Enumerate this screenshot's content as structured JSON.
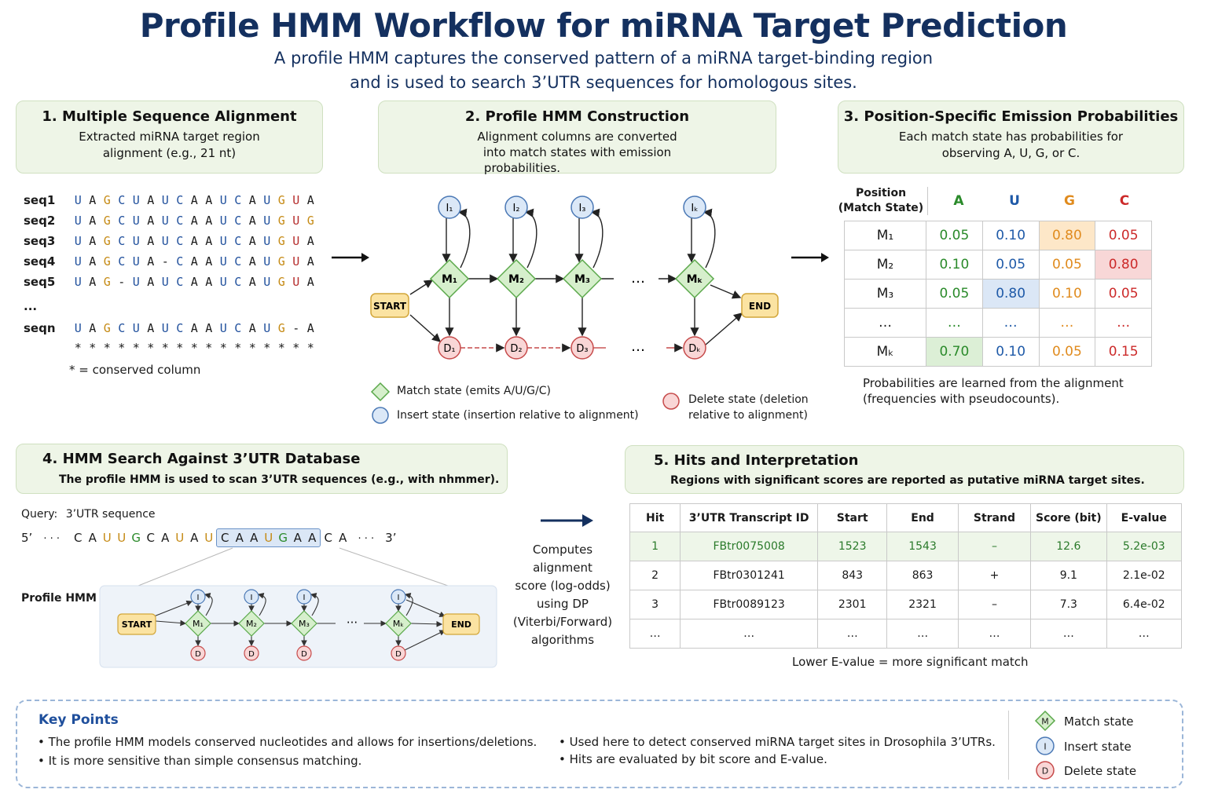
{
  "title": "Profile HMM Workflow for miRNA Target Prediction",
  "subtitle_line1": "A profile HMM captures the conserved pattern of a miRNA target-binding region",
  "subtitle_line2": "and is used to search 3’UTR sequences for homologous sites.",
  "panel1": {
    "title": "1. Multiple Sequence Alignment",
    "desc_line1": "Extracted miRNA target region",
    "desc_line2": "alignment (e.g., 21 nt)",
    "sequences": [
      {
        "name": "seq1",
        "chars": "UAGCUAUCAAUCAUGUA"
      },
      {
        "name": "seq2",
        "chars": "UAGCUAUCAAUCAUGUG"
      },
      {
        "name": "seq3",
        "chars": "UAGCUAUCAAUCAUGUA"
      },
      {
        "name": "seq4",
        "chars": "UAGCUA-CAAUCAUGUA"
      },
      {
        "name": "seq5",
        "chars": "UAG-UAUCAAUCAUGUA"
      },
      {
        "name": "...",
        "chars": ""
      },
      {
        "name": "seqn",
        "chars": "UAGCUAUCAAUCAUG-A"
      }
    ],
    "conserved_marks": "*****************",
    "footnote": "* = conserved column"
  },
  "panel2": {
    "title": "2. Profile HMM Construction",
    "desc_line1": "Alignment columns are converted",
    "desc_line2": "into match states with emission",
    "desc_line3": "probabilities.",
    "start_label": "START",
    "end_label": "END",
    "match_states": [
      "M₁",
      "M₂",
      "M₃",
      "Mₖ"
    ],
    "insert_states": [
      "I₁",
      "I₂",
      "I₃",
      "Iₖ"
    ],
    "delete_states": [
      "D₁",
      "D₂",
      "D₃",
      "Dₖ"
    ],
    "ellipsis": "…",
    "legend_match": "Match state (emits A/U/G/C)",
    "legend_insert": "Insert state (insertion relative to alignment)",
    "legend_delete_line1": "Delete state (deletion",
    "legend_delete_line2": "relative to alignment)"
  },
  "panel3": {
    "title": "3. Position-Specific Emission Probabilities",
    "desc_line1": "Each match state has probabilities for",
    "desc_line2": "observing A, U, G, or C.",
    "col_head_line1": "Position",
    "col_head_line2": "(Match State)",
    "columns": [
      "A",
      "U",
      "G",
      "C"
    ],
    "rows": [
      {
        "state": "M₁",
        "values": [
          "0.05",
          "0.10",
          "0.80",
          "0.05"
        ]
      },
      {
        "state": "M₂",
        "values": [
          "0.10",
          "0.05",
          "0.05",
          "0.80"
        ]
      },
      {
        "state": "M₃",
        "values": [
          "0.05",
          "0.80",
          "0.10",
          "0.05"
        ]
      },
      {
        "state": "…",
        "values": [
          "…",
          "…",
          "…",
          "…"
        ]
      },
      {
        "state": "Mₖ",
        "values": [
          "0.70",
          "0.10",
          "0.05",
          "0.15"
        ]
      }
    ],
    "note_line1": "Probabilities are learned from the alignment",
    "note_line2": "(frequencies with pseudocounts)."
  },
  "panel4": {
    "title": "4. HMM Search Against 3’UTR Database",
    "desc": "The profile HMM is used to scan 3’UTR sequences (e.g., with nhmmer).",
    "query_label": "Query:",
    "query_value": "3’UTR sequence",
    "five_prime": "5’",
    "three_prime": "3’",
    "dots": "· · ·",
    "query_pre": [
      "C",
      "A",
      "U",
      "U",
      "G",
      "C",
      "A",
      "U",
      "A",
      "U"
    ],
    "query_hit": [
      "C",
      "A",
      "A",
      "U",
      "G",
      "A",
      "A"
    ],
    "query_post": [
      "C",
      "A"
    ],
    "profile_label": "Profile HMM",
    "mini_start": "START",
    "mini_end": "END",
    "mini_match": [
      "M₁",
      "M₂",
      "M₃",
      "Mₖ"
    ],
    "mini_insert": "I",
    "mini_delete": "D",
    "computes_lines": [
      "Computes",
      "alignment",
      "score (log-odds)",
      "using DP",
      "(Viterbi/Forward)",
      "algorithms"
    ]
  },
  "panel5": {
    "title": "5. Hits and Interpretation",
    "desc": "Regions with significant scores are reported as putative miRNA target sites.",
    "columns": [
      "Hit",
      "3’UTR Transcript ID",
      "Start",
      "End",
      "Strand",
      "Score (bit)",
      "E-value"
    ],
    "rows": [
      [
        "1",
        "FBtr0075008",
        "1523",
        "1543",
        "–",
        "12.6",
        "5.2e-03"
      ],
      [
        "2",
        "FBtr0301241",
        "843",
        "863",
        "+",
        "9.1",
        "2.1e-02"
      ],
      [
        "3",
        "FBtr0089123",
        "2301",
        "2321",
        "–",
        "7.3",
        "6.4e-02"
      ],
      [
        "…",
        "…",
        "…",
        "…",
        "…",
        "…",
        "…"
      ]
    ],
    "note": "Lower E-value = more significant  match"
  },
  "keypoints": {
    "title": "Key Points",
    "left": [
      "The profile HMM models conserved nucleotides and allows for insertions/deletions.",
      "It is more sensitive than simple consensus matching."
    ],
    "right": [
      "Used here to detect conserved miRNA target sites in Drosophila 3’UTRs.",
      "Hits are evaluated by bit score and E-value."
    ],
    "legend": [
      {
        "symbol": "M",
        "label": "Match state"
      },
      {
        "symbol": "I",
        "label": "Insert state"
      },
      {
        "symbol": "D",
        "label": "Delete state"
      }
    ]
  },
  "colors": {
    "title": "#14305f",
    "match_fill": "#d6efcc",
    "match_stroke": "#5aa84a",
    "insert_fill": "#dbe8f7",
    "insert_stroke": "#4a78b5",
    "delete_fill": "#f9d6d6",
    "delete_stroke": "#c64a4a",
    "start_fill": "#fbe3a2",
    "start_stroke": "#d2a63a"
  }
}
